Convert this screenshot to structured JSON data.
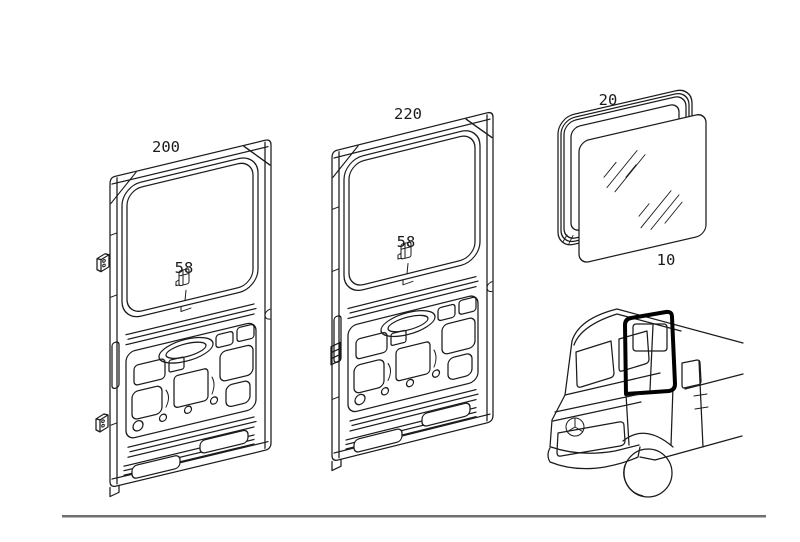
{
  "style": {
    "background": "#ffffff",
    "ink": "#1b1b1b",
    "divider_color": "#6f6f6f",
    "highlight_window_color": "#000000"
  },
  "parts": {
    "left_door": {
      "label": "200"
    },
    "middle_door": {
      "label": "220"
    },
    "left_door_clip": {
      "label": "58"
    },
    "middle_door_clip": {
      "label": "58"
    },
    "window_seal": {
      "label": "20"
    },
    "window_glass": {
      "label": "10"
    }
  }
}
